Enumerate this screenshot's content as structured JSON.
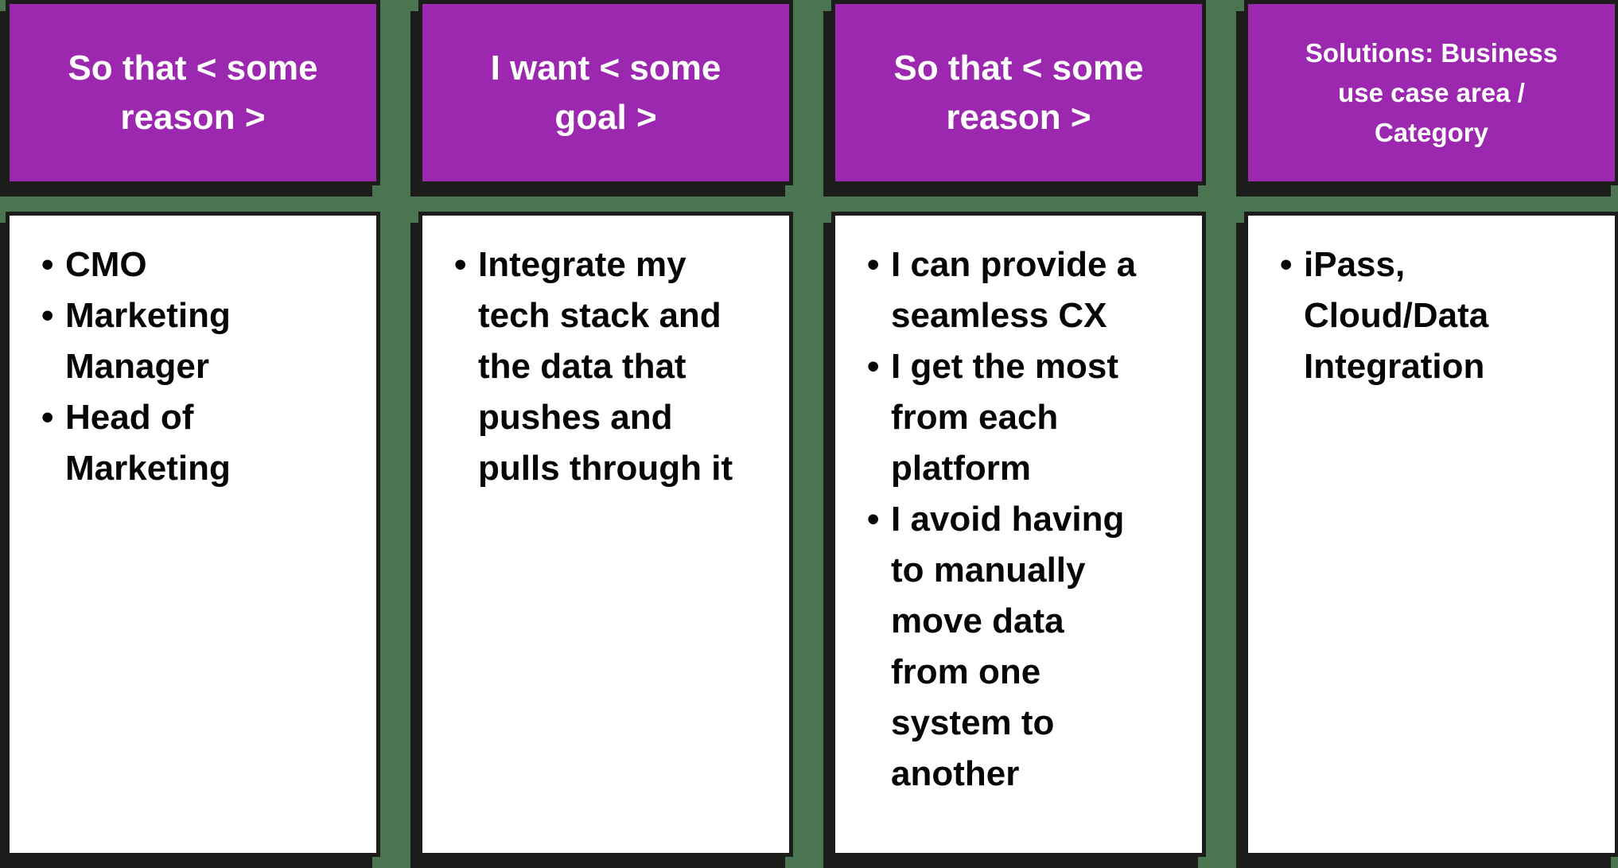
{
  "colors": {
    "background": "#4b7450",
    "header_bg": "#9c28b0",
    "outline_shadow": "#1c1c1a",
    "card_bg": "#ffffff",
    "header_text": "#ffffff",
    "body_text": "#060606"
  },
  "bullet_glyph": "•",
  "columns": [
    {
      "header": "So that < some reason >",
      "items": [
        "CMO",
        "Marketing Manager",
        "Head of Marketing"
      ]
    },
    {
      "header": "I want < some goal >",
      "items": [
        "Integrate my tech stack and the data that pushes and pulls through it"
      ]
    },
    {
      "header": "So that < some reason >",
      "items": [
        "I can provide a seamless CX",
        "I get the most from each platform",
        "I avoid having to manually move data from one system to another"
      ]
    },
    {
      "header": "Solutions: Business use case area / Category",
      "items": [
        "iPass, Cloud/Data Integration"
      ]
    }
  ]
}
